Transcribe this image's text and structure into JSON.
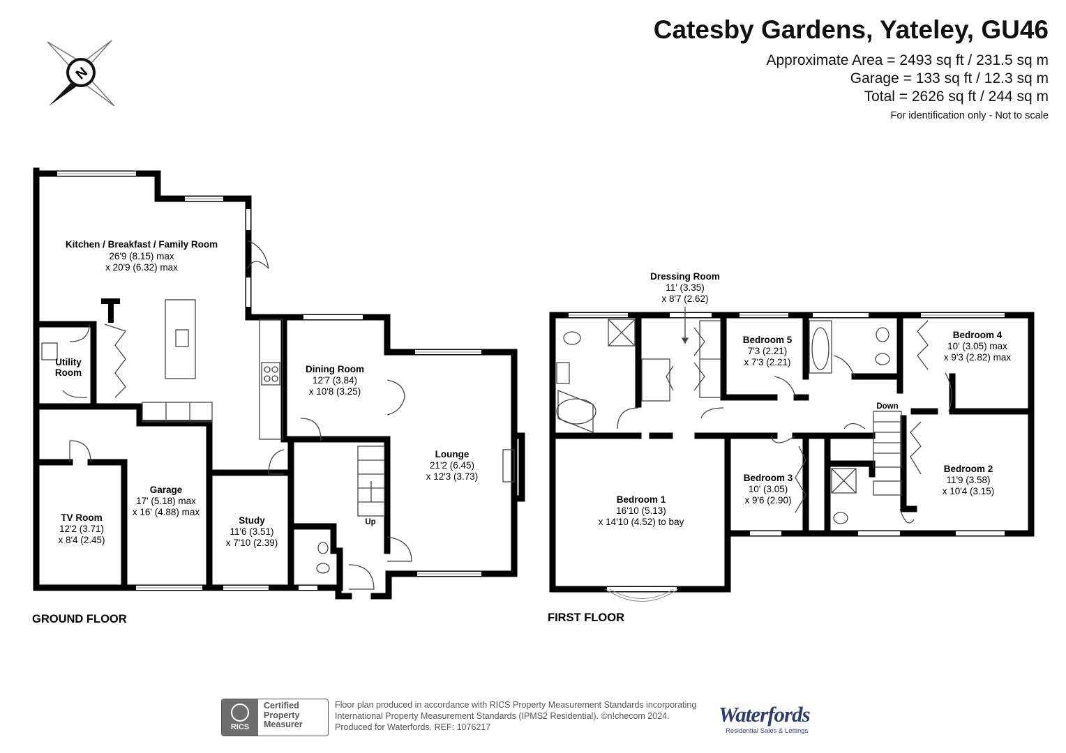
{
  "header": {
    "title": "Catesby Gardens, Yateley, GU46",
    "area_line_1": "Approximate Area = 2493 sq ft / 231.5 sq m",
    "area_line_2": "Garage = 133 sq ft / 12.3 sq m",
    "area_line_3": "Total = 2626 sq ft / 244 sq m",
    "disclaimer": "For identification only - Not to scale"
  },
  "compass": {
    "letter": "N",
    "icon": "compass-icon"
  },
  "ground_floor": {
    "label": "GROUND FLOOR",
    "stairs_label": "Up",
    "rooms": [
      {
        "name": "Kitchen / Breakfast / Family Room",
        "dims": [
          "26'9 (8.15) max",
          "x 20'9 (6.32) max"
        ]
      },
      {
        "name": "Utility",
        "name2": "Room",
        "dims": []
      },
      {
        "name": "Dining Room",
        "dims": [
          "12'7 (3.84)",
          "x 10'8 (3.25)"
        ]
      },
      {
        "name": "Lounge",
        "dims": [
          "21'2 (6.45)",
          "x 12'3 (3.73)"
        ]
      },
      {
        "name": "Garage",
        "dims": [
          "17' (5.18) max",
          "x 16' (4.88) max"
        ]
      },
      {
        "name": "TV Room",
        "dims": [
          "12'2 (3.71)",
          "x 8'4 (2.45)"
        ]
      },
      {
        "name": "Study",
        "dims": [
          "11'6 (3.51)",
          "x 7'10 (2.39)"
        ]
      }
    ]
  },
  "first_floor": {
    "label": "FIRST FLOOR",
    "stairs_label": "Down",
    "rooms": [
      {
        "name": "Dressing Room",
        "dims": [
          "11' (3.35)",
          "x 8'7 (2.62)"
        ]
      },
      {
        "name": "Bedroom 5",
        "dims": [
          "7'3 (2.21)",
          "x 7'3 (2.21)"
        ]
      },
      {
        "name": "Bedroom 4",
        "dims": [
          "10' (3.05) max",
          "x 9'3 (2.82) max"
        ]
      },
      {
        "name": "Bedroom 1",
        "dims": [
          "16'10 (5.13)",
          "x 14'10 (4.52) to bay"
        ]
      },
      {
        "name": "Bedroom 3",
        "dims": [
          "10' (3.05)",
          "x 9'6 (2.90)"
        ]
      },
      {
        "name": "Bedroom 2",
        "dims": [
          "11'9 (3.58)",
          "x 10'4 (3.15)"
        ]
      }
    ]
  },
  "footer": {
    "badge_seal": "RICS",
    "badge_line_1": "Certified",
    "badge_line_2": "Property",
    "badge_line_3": "Measurer",
    "text_line_1": "Floor plan produced in accordance with RICS Property Measurement Standards incorporating",
    "text_line_2": "International Property Measurement Standards (IPMS2 Residential).   ©n!checom 2024.",
    "text_line_3": "Produced for Waterfords.    REF: 1076217",
    "brand": "Waterfords",
    "brand_tagline": "Residential Sales & Lettings"
  },
  "colors": {
    "wall": "#000000",
    "text": "#111111",
    "brand": "#2f3e6b",
    "badge": "#6e6e6e"
  }
}
